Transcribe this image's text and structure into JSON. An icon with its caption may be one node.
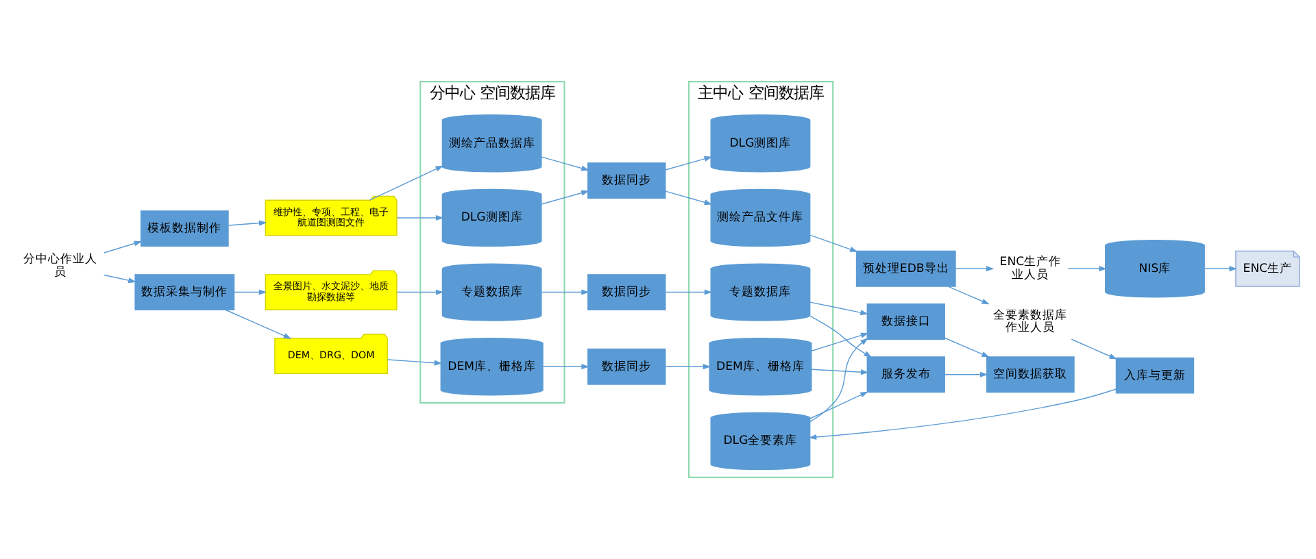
{
  "diagram": {
    "nodes": [
      {
        "text": [
          "分中心作业人员"
        ]
      },
      {
        "text": [
          "模板数据制作"
        ]
      },
      {
        "text": [
          "数据采集与制作"
        ]
      },
      {
        "text": [
          "维护性、专项、工程、电子航道图测图文件"
        ]
      },
      {
        "text": [
          "全景图片、水文泥沙、地质勘探数据等"
        ]
      },
      {
        "text": [
          "DEM、DRG、DOM"
        ]
      },
      {
        "text": [
          "分中心 空间数据库"
        ]
      },
      {
        "text": [
          "测绘产品数据库"
        ],
        "in": 6
      },
      {
        "text": [
          "DLG测图库"
        ],
        "in": 6
      },
      {
        "text": [
          "专题数据库"
        ],
        "in": 6
      },
      {
        "text": [
          "DEM库、栅格库"
        ],
        "in": 6
      },
      {
        "text": [
          "数据同步"
        ]
      },
      {
        "text": [
          "数据同步"
        ]
      },
      {
        "text": [
          "数据同步"
        ]
      },
      {
        "text": [
          "主中心 空间数据库"
        ]
      },
      {
        "text": [
          "测绘产品文件库"
        ],
        "in": 14
      },
      {
        "text": [
          "DLG测图库"
        ],
        "in": 14
      },
      {
        "text": [
          "DLG全要素库"
        ],
        "in": 14
      },
      {
        "text": [
          "专题数据库"
        ],
        "in": 14
      },
      {
        "text": [
          "DEM库、栅格库"
        ],
        "in": 14
      },
      {
        "text": [
          "预处理EDB导出"
        ]
      },
      {
        "text": [
          "ENC生产作业人员"
        ]
      },
      {
        "text": [
          "NIS库"
        ]
      },
      {
        "text": [
          "ENC生产"
        ]
      },
      {
        "text": [
          "全要素数据库作业人员"
        ]
      },
      {
        "text": [
          "入库与更新"
        ]
      },
      {
        "text": [
          "数据接口"
        ]
      },
      {
        "text": [
          "服务发布"
        ]
      },
      {
        "text": [
          "空间数据获取"
        ]
      }
    ],
    "edges": [
      {
        "from": 0,
        "to": 1,
        "arrow": "to"
      },
      {
        "from": 0,
        "to": 2,
        "arrow": "to"
      },
      {
        "from": 1,
        "to": 3,
        "arrow": "to"
      },
      {
        "from": 2,
        "to": 4,
        "arrow": "to"
      },
      {
        "from": 2,
        "to": 5,
        "arrow": "to"
      },
      {
        "from": 3,
        "to": 7,
        "arrow": "to"
      },
      {
        "from": 3,
        "to": 8,
        "arrow": "to"
      },
      {
        "from": 7,
        "to": 11,
        "arrow": "to"
      },
      {
        "from": 8,
        "to": 11,
        "arrow": "to"
      },
      {
        "from": 11,
        "to": 15,
        "arrow": "to"
      },
      {
        "from": 11,
        "to": 16,
        "arrow": "to"
      },
      {
        "from": 15,
        "to": 20,
        "arrow": "to"
      },
      {
        "from": 20,
        "to": 21,
        "arrow": "to"
      },
      {
        "from": 21,
        "to": 22,
        "arrow": "to"
      },
      {
        "from": 22,
        "to": 23,
        "arrow": "to"
      },
      {
        "from": 20,
        "to": 24,
        "arrow": "to"
      },
      {
        "from": 24,
        "to": 25,
        "arrow": "to"
      },
      {
        "from": 25,
        "to": 17,
        "arrow": "to"
      },
      {
        "from": 17,
        "to": 26,
        "arrow": "to"
      },
      {
        "from": 17,
        "to": 27,
        "arrow": "to"
      },
      {
        "from": 4,
        "to": 9,
        "arrow": "to"
      },
      {
        "from": 5,
        "to": 10,
        "arrow": "to"
      },
      {
        "from": 9,
        "to": 12,
        "arrow": "to"
      },
      {
        "from": 10,
        "to": 13,
        "arrow": "to"
      },
      {
        "from": 12,
        "to": 18,
        "arrow": "to"
      },
      {
        "from": 13,
        "to": 19,
        "arrow": "to"
      },
      {
        "from": 18,
        "to": 26,
        "arrow": "to"
      },
      {
        "from": 18,
        "to": 27,
        "arrow": "to"
      },
      {
        "from": 19,
        "to": 26,
        "arrow": "to"
      },
      {
        "from": 19,
        "to": 27,
        "arrow": "to"
      },
      {
        "from": 26,
        "to": 28,
        "arrow": "to"
      },
      {
        "from": 27,
        "to": 28,
        "arrow": "to"
      }
    ]
  }
}
